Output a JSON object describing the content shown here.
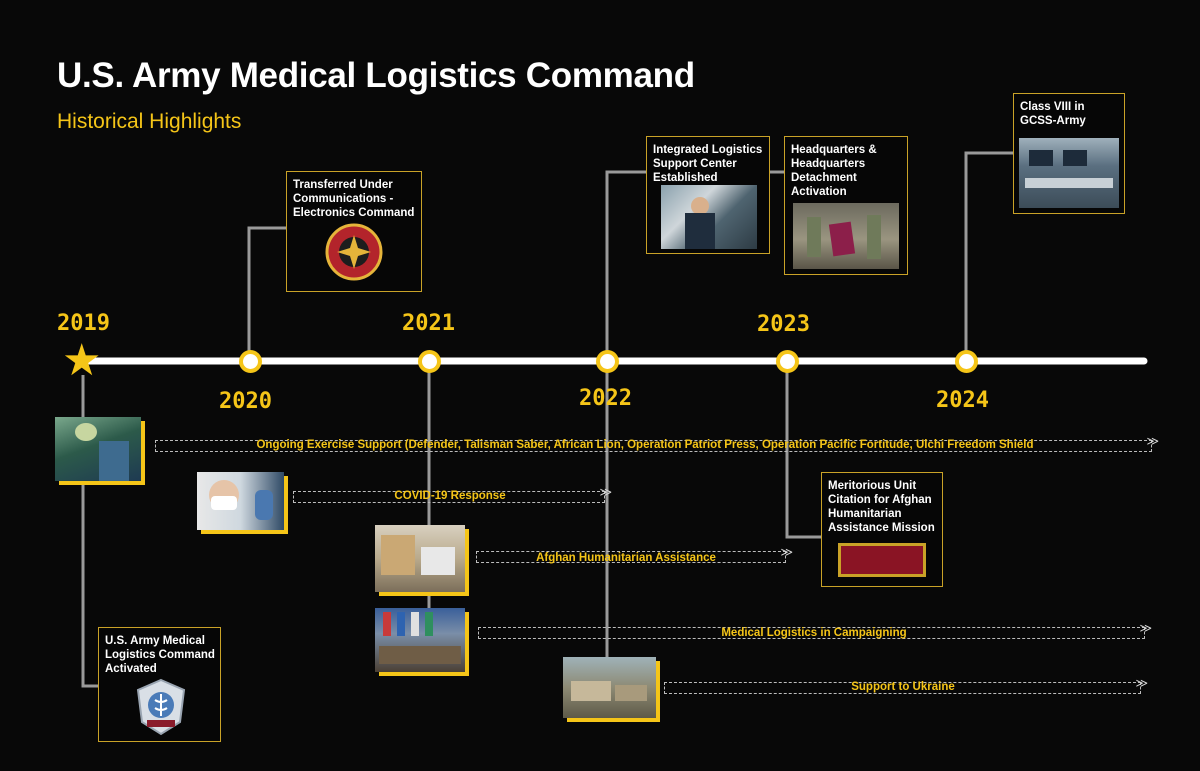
{
  "header": {
    "title": "U.S. Army Medical Logistics Command",
    "subtitle": "Historical Highlights"
  },
  "colors": {
    "accent": "#f5c518",
    "background": "#080808",
    "line": "#ffffff",
    "connector": "#9a9a9a"
  },
  "timeline": {
    "years": [
      "2019",
      "2020",
      "2021",
      "2022",
      "2023",
      "2024"
    ]
  },
  "milestones": [
    {
      "year": "2019",
      "label": "U.S. Army Medical Logistics Command Activated",
      "icon": "amlc-insignia-icon"
    },
    {
      "year": "2020",
      "label": "Transferred Under Communications - Electronics Command",
      "icon": "cecom-patch-icon"
    },
    {
      "year": "2022",
      "label": "Integrated Logistics Support Center Established",
      "icon": "ilsc-photo"
    },
    {
      "year": "2023",
      "label": "Headquarters & Headquarters Detachment Activation",
      "icon": "hhd-activation-photo"
    },
    {
      "year": "2023",
      "label": "Meritorious Unit Citation for Afghan Humanitarian Assistance Mission",
      "icon": "meritorious-unit-ribbon-icon"
    },
    {
      "year": "2024",
      "label": "Class VIII in GCSS-Army",
      "icon": "gcss-army-photo"
    }
  ],
  "ongoing": [
    {
      "label": "Ongoing Exercise Support (Defender, Talisman Saber, African Lion, Operation Patriot Press,  Operation Pacific Fortitude, Ulchi Freedom Shield",
      "start": "2019",
      "end": "ongoing"
    },
    {
      "label": "COVID-19 Response",
      "start": "2020",
      "end": "2022"
    },
    {
      "label": "Afghan Humanitarian Assistance",
      "start": "2021",
      "end": "2023"
    },
    {
      "label": "Medical Logistics in Campaigning",
      "start": "2021",
      "end": "ongoing"
    },
    {
      "label": "Support to Ukraine",
      "start": "2022",
      "end": "ongoing"
    }
  ]
}
